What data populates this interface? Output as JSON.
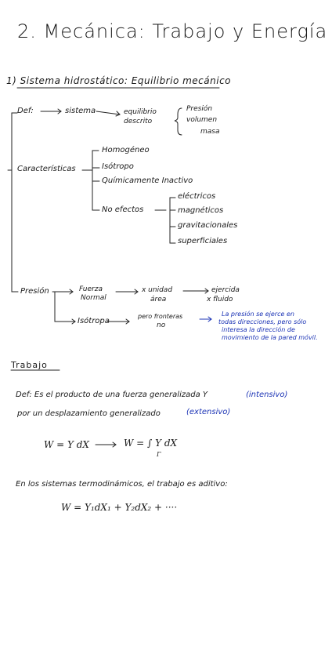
{
  "title": "2. Mecánica: Trabajo y Energía",
  "section1": {
    "heading": "1) Sistema hidrostático: Equilibrio mecánico",
    "def_label": "Def:",
    "def_sistema": "sistema",
    "def_equilibrio": [
      "equilibrio",
      "descrito"
    ],
    "def_vars": [
      "Presión",
      "volumen",
      "masa"
    ],
    "caracteristicas_label": "Características",
    "caracteristicas": [
      "Homogéneo",
      "Isótropo",
      "Químicamente Inactivo",
      "No efectos"
    ],
    "efectos": [
      "eléctricos",
      "magnéticos",
      "gravitacionales",
      "superficiales"
    ],
    "presion_label": "Presión",
    "fuerza_normal": [
      "Fuerza",
      "Normal"
    ],
    "por_unidad_area": [
      "x unidad",
      "área"
    ],
    "ejercida_fluido": [
      "ejercida",
      "x fluido"
    ],
    "isotropa": "Isótropa",
    "pero_fronteras": [
      "pero fronteras",
      "no"
    ],
    "nota_azul": [
      "La presión se ejerce en",
      "todas direcciones, pero sólo",
      "interesa la dirección de",
      "movimiento de la pared móvil."
    ]
  },
  "trabajo": {
    "heading": "Trabajo",
    "def_line1_a": "Def: Es el producto de una fuerza generalizada Y",
    "def_line1_b": "(intensivo)",
    "def_line2_a": "por un desplazamiento generalizado",
    "def_line2_b": "(extensivo)",
    "formula_left": "W = Y dX",
    "formula_right": "W = ∫ Y dX",
    "integral_sub": "Γ",
    "aditivo_text": "En los sistemas termodinámicos, el trabajo es aditivo:",
    "sum_formula": "W = Y₁dX₁ + Y₂dX₂ + ····"
  },
  "colors": {
    "ink": "#1a1a1a",
    "blue_ink": "#1b33b5"
  }
}
